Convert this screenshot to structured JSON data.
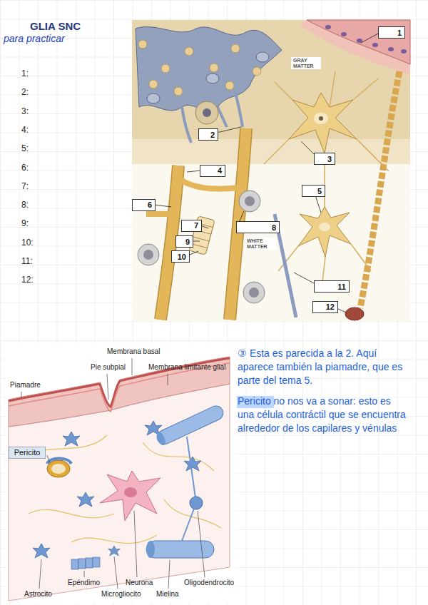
{
  "diagram": {
    "title": "GLIA SNC",
    "nodes": [
      {
        "text": [
          "1"
        ]
      },
      {
        "text": [
          "2"
        ]
      },
      {
        "text": [
          "3"
        ]
      },
      {
        "text": [
          "4"
        ]
      },
      {
        "text": [
          "5"
        ]
      },
      {
        "text": [
          "6"
        ]
      },
      {
        "text": [
          "7"
        ]
      },
      {
        "text": [
          "8"
        ]
      },
      {
        "text": [
          "9"
        ]
      },
      {
        "text": [
          "10"
        ]
      },
      {
        "text": [
          "11"
        ]
      },
      {
        "text": [
          "12"
        ]
      },
      {
        "text": [
          "Pericito"
        ]
      }
    ],
    "labels": [
      "para practicar",
      "1:",
      "2:",
      "3:",
      "4:",
      "5:",
      "6:",
      "7:",
      "8:",
      "9:",
      "10:",
      "11:",
      "12:",
      "GRAY MATTER",
      "WHITE MATTER",
      "Membrana basal",
      "③ Esta es parecida a la 2. Aquí aparece también la piamadre, que es parte del tema 5.",
      "Pie subpial",
      "Membrana limitante glial",
      "Piamadre",
      "Pericito no nos va a sonar: esto es una célula contráctil que se encuentra alrededor de los capilares y vénulas",
      "Epéndimo",
      "Neurona",
      "Oligodendrocito",
      "Astrocito",
      "Microgliocito",
      "Mielina"
    ]
  }
}
